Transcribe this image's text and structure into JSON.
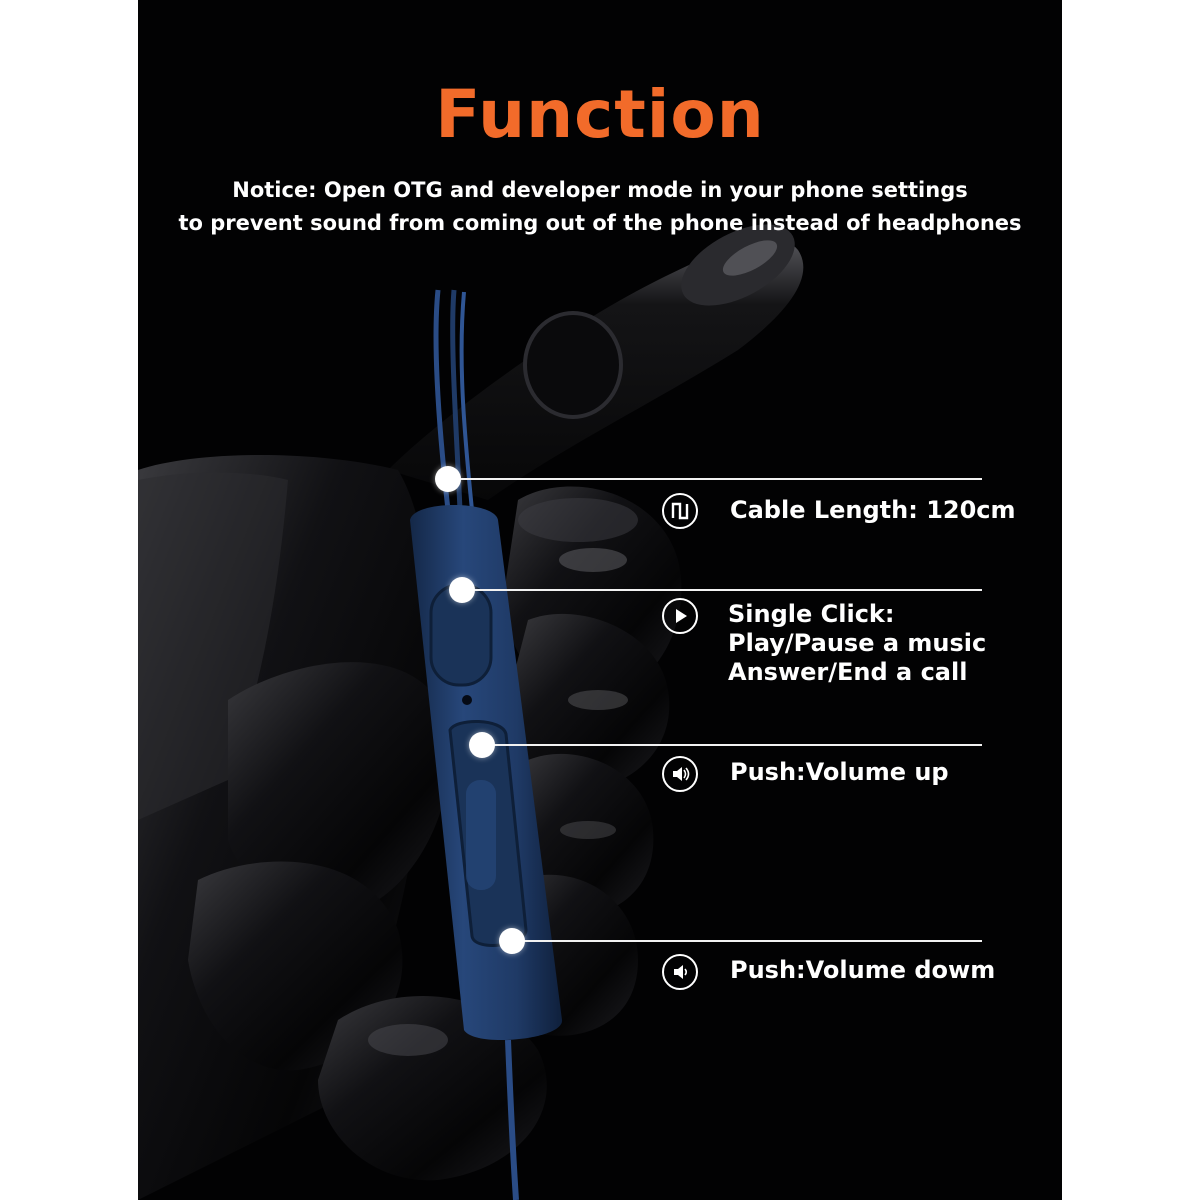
{
  "header": {
    "title": "Function",
    "notice_line1": "Notice: Open OTG and developer mode in your phone settings",
    "notice_line2": "to prevent sound from coming out of the phone instead of headphones"
  },
  "colors": {
    "title": "#f26b2a",
    "background": "#020203",
    "remote": "#1f3a66",
    "text": "#ffffff"
  },
  "features": [
    {
      "icon": "cable-length-icon",
      "lines": [
        "Cable Length: 120cm"
      ]
    },
    {
      "icon": "play-icon",
      "lines": [
        "Single Click:",
        "Play/Pause a music",
        "Answer/End a call"
      ]
    },
    {
      "icon": "speaker-volume-up-icon",
      "lines": [
        "Push:Volume up"
      ]
    },
    {
      "icon": "speaker-volume-down-icon",
      "lines": [
        "Push:Volume dowm"
      ]
    }
  ]
}
